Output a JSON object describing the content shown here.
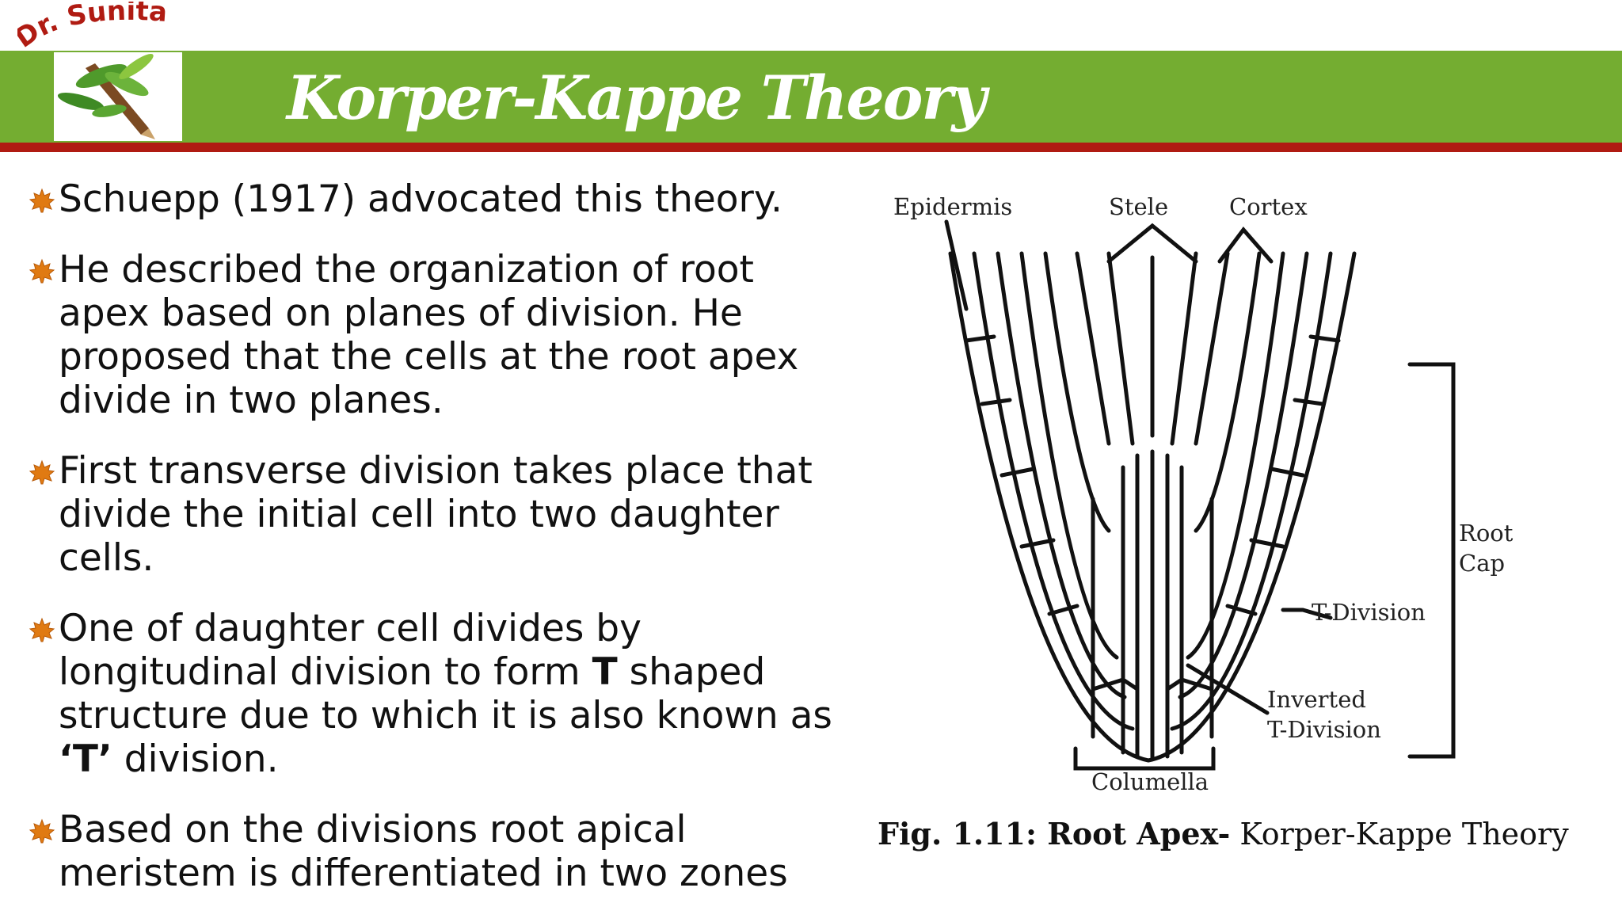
{
  "brand": {
    "text": "Dr. Sunita"
  },
  "header": {
    "title": "Korper-Kappe Theory"
  },
  "bullets": [
    {
      "text": "Schuepp (1917) advocated this theory."
    },
    {
      "text": "He described the organization of root apex based on planes of division.  He proposed that the cells at the root apex divide in two planes."
    },
    {
      "text": " First transverse division takes place that divide the initial cell into two daughter cells."
    },
    {
      "text_before": " One of daughter cell divides by longitudinal division to form ",
      "bold_1": "T",
      "text_middle": " shaped structure due to which it is also known as ",
      "bold_2": "‘T’",
      "text_after": " division."
    },
    {
      "text": "Based on the divisions root apical meristem is differentiated in two zones"
    }
  ],
  "figure": {
    "labels": {
      "epidermis": "Epidermis",
      "stele": "Stele",
      "cortex": "Cortex",
      "root_cap_1": "Root",
      "root_cap_2": "Cap",
      "t_division": "T-Division",
      "inverted_1": "Inverted",
      "inverted_2": "T-Division",
      "columella": "Columella"
    },
    "caption_bold": "Fig. 1.11: Root Apex-",
    "caption_rest": " Korper-Kappe Theory"
  },
  "colors": {
    "header_green": "#74ad31",
    "header_red": "#b01b12",
    "brand_red": "#b01b12",
    "bullet_leaf": "#e07a12"
  },
  "icons": {
    "bullet": "maple-leaf-icon",
    "logo": "pencil-leaves-logo"
  }
}
